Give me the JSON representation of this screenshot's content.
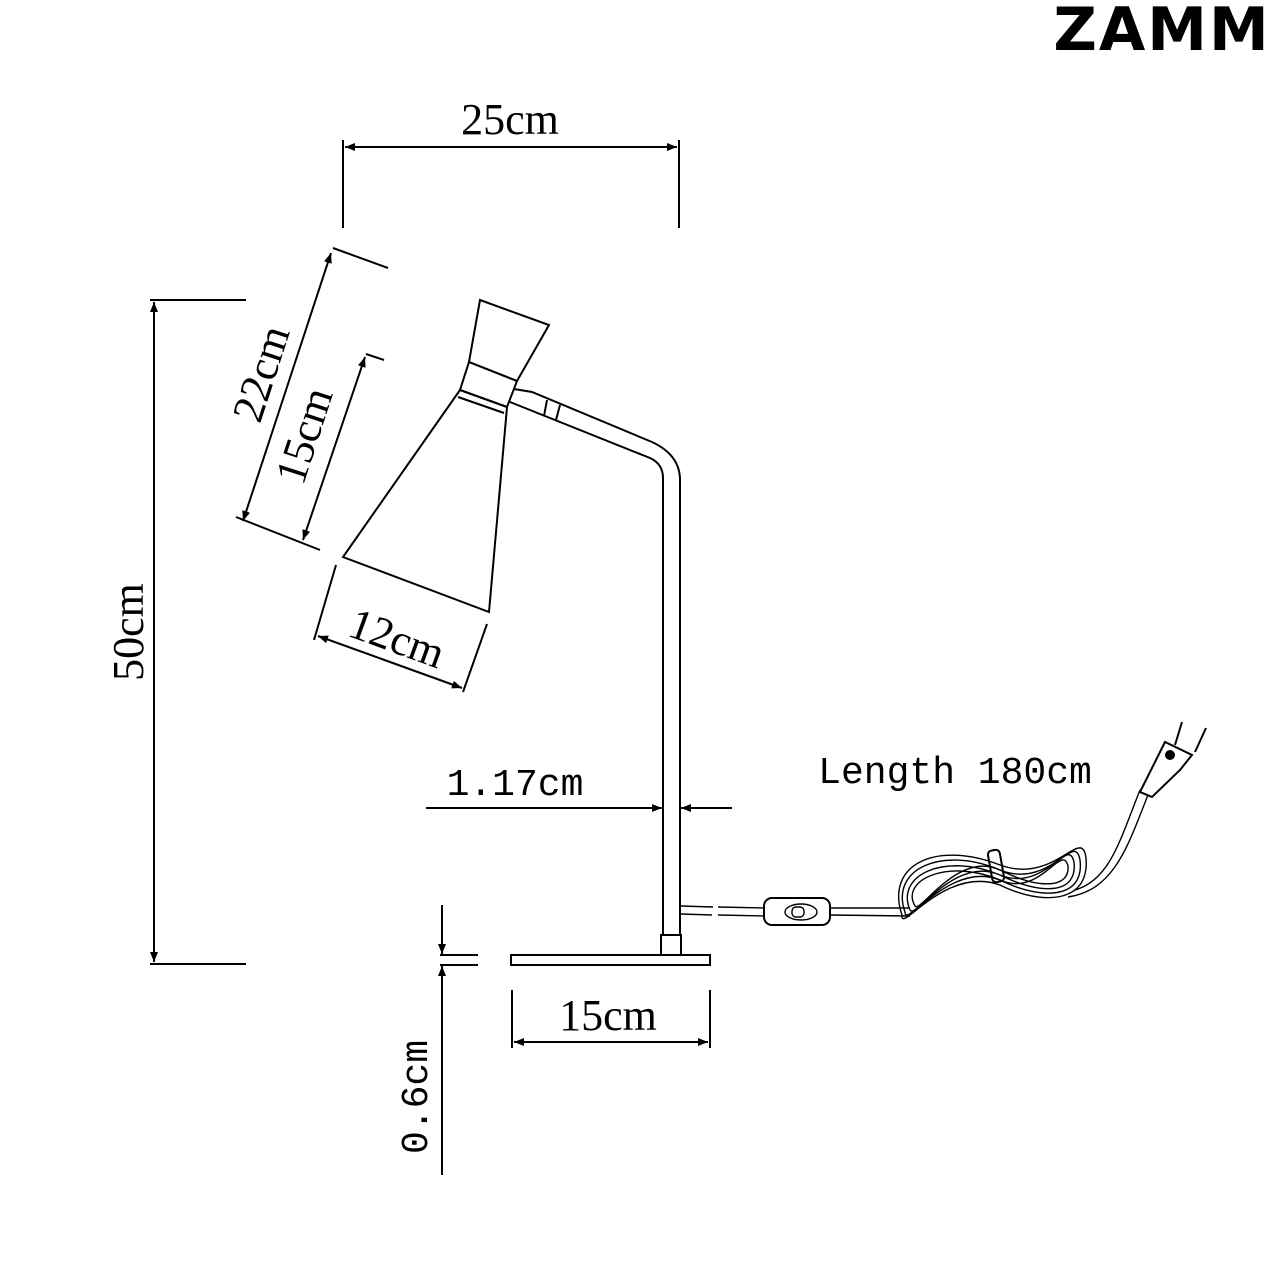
{
  "brand": "ZAMM",
  "dimensions": {
    "width": "25cm",
    "height": "50cm",
    "shade_length": "22cm",
    "shade_cone": "15cm",
    "shade_diameter": "12cm",
    "arm_diameter": "1.17cm",
    "base_thickness": "0.6cm",
    "base_diameter": "15cm"
  },
  "cord": {
    "label": "Length 180cm"
  }
}
